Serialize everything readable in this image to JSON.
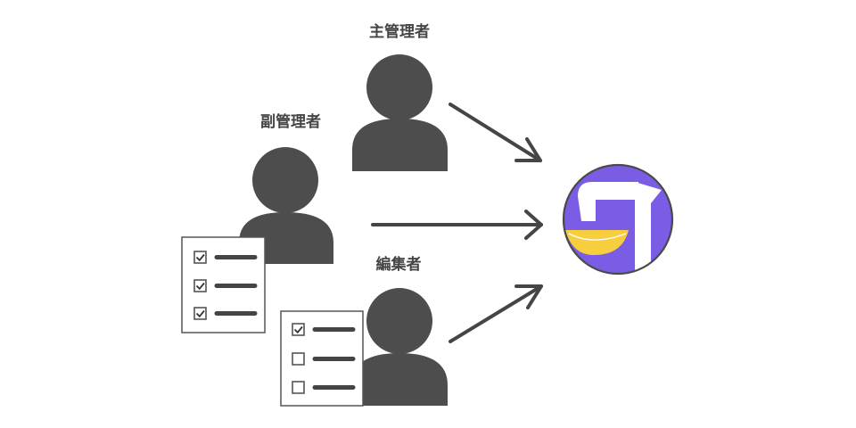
{
  "roles": {
    "primary_admin": {
      "label": "主管理者"
    },
    "sub_admin": {
      "label": "副管理者"
    },
    "editor": {
      "label": "編集者"
    }
  },
  "checklists": {
    "sub_admin": {
      "checked": [
        true,
        true,
        true
      ]
    },
    "editor": {
      "checked": [
        true,
        false,
        false
      ]
    }
  },
  "colors": {
    "person": "#4d4d4d",
    "arrow": "#454545",
    "logo_purple": "#7b5ce5",
    "logo_yellow": "#f7cf3e",
    "checklist_border": "#555555"
  },
  "icons": {
    "person": "person-icon",
    "checklist": "checklist-icon",
    "logo": "app-logo-icon"
  }
}
